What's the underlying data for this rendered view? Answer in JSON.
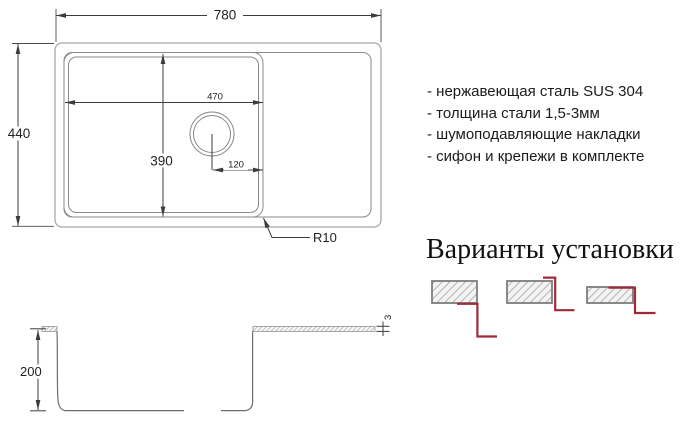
{
  "drawing": {
    "top_view": {
      "overall_width": "780",
      "overall_depth": "440",
      "bowl_width": "470",
      "bowl_length": "390",
      "drain_offset": "120",
      "corner_radius_label": "R10"
    },
    "section_view": {
      "bowl_depth": "200",
      "rim_height": "3"
    }
  },
  "features": {
    "items": [
      "- нержавеющая сталь SUS 304",
      "- толщина стали 1,5-3мм",
      "- шумоподавляющие накладки",
      "- сифон и крепежи в комплекте"
    ]
  },
  "installation": {
    "title": "Варианты установки",
    "variants": [
      {
        "name": "undermount"
      },
      {
        "name": "flush-mount"
      },
      {
        "name": "overmount"
      }
    ]
  },
  "colors": {
    "dimension_line": "#3c3c3c",
    "drawing_line": "#8a8a8a",
    "outer_line": "#a8a8a8",
    "accent_red": "#a0293a",
    "countertop_border": "#7d7d7d"
  }
}
